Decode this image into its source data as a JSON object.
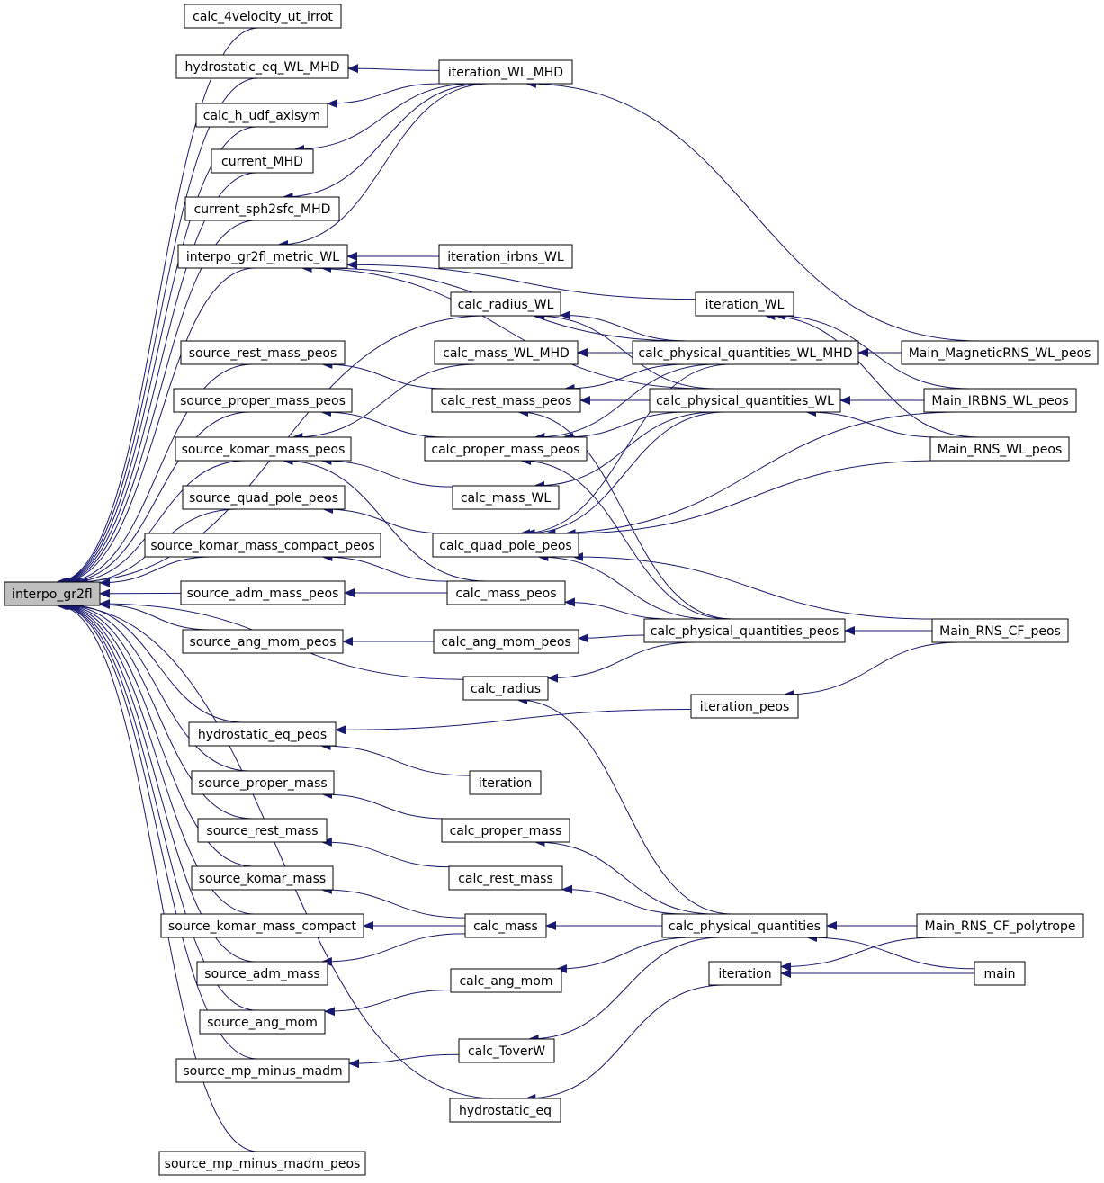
{
  "diagram": {
    "title": "",
    "edge_color": "#191970",
    "root_fill": "#bfbfbf",
    "nodes": [
      {
        "id": "interpo_gr2fl",
        "label": "interpo_gr2fl",
        "root": true
      },
      {
        "id": "calc_4velocity_ut_irrot",
        "label": "calc_4velocity_ut_irrot"
      },
      {
        "id": "hydrostatic_eq_WL_MHD",
        "label": "hydrostatic_eq_WL_MHD"
      },
      {
        "id": "calc_h_udf_axisym",
        "label": "calc_h_udf_axisym"
      },
      {
        "id": "current_MHD",
        "label": "current_MHD"
      },
      {
        "id": "current_sph2sfc_MHD",
        "label": "current_sph2sfc_MHD"
      },
      {
        "id": "interpo_gr2fl_metric_WL",
        "label": "interpo_gr2fl_metric_WL"
      },
      {
        "id": "source_rest_mass_peos",
        "label": "source_rest_mass_peos"
      },
      {
        "id": "source_proper_mass_peos",
        "label": "source_proper_mass_peos"
      },
      {
        "id": "source_komar_mass_peos",
        "label": "source_komar_mass_peos"
      },
      {
        "id": "source_quad_pole_peos",
        "label": "source_quad_pole_peos"
      },
      {
        "id": "source_komar_mass_compact_peos",
        "label": "source_komar_mass_compact_peos"
      },
      {
        "id": "source_adm_mass_peos",
        "label": "source_adm_mass_peos"
      },
      {
        "id": "source_ang_mom_peos",
        "label": "source_ang_mom_peos"
      },
      {
        "id": "hydrostatic_eq_peos",
        "label": "hydrostatic_eq_peos"
      },
      {
        "id": "source_proper_mass",
        "label": "source_proper_mass"
      },
      {
        "id": "source_rest_mass",
        "label": "source_rest_mass"
      },
      {
        "id": "source_komar_mass",
        "label": "source_komar_mass"
      },
      {
        "id": "source_komar_mass_compact",
        "label": "source_komar_mass_compact"
      },
      {
        "id": "source_adm_mass",
        "label": "source_adm_mass"
      },
      {
        "id": "source_ang_mom",
        "label": "source_ang_mom"
      },
      {
        "id": "source_mp_minus_madm",
        "label": "source_mp_minus_madm"
      },
      {
        "id": "source_mp_minus_madm_peos",
        "label": "source_mp_minus_madm_peos"
      },
      {
        "id": "iteration_WL_MHD",
        "label": "iteration_WL_MHD"
      },
      {
        "id": "iteration_irbns_WL",
        "label": "iteration_irbns_WL"
      },
      {
        "id": "calc_radius_WL",
        "label": "calc_radius_WL"
      },
      {
        "id": "calc_mass_WL_MHD",
        "label": "calc_mass_WL_MHD"
      },
      {
        "id": "calc_rest_mass_peos",
        "label": "calc_rest_mass_peos"
      },
      {
        "id": "calc_proper_mass_peos",
        "label": "calc_proper_mass_peos"
      },
      {
        "id": "calc_mass_WL",
        "label": "calc_mass_WL"
      },
      {
        "id": "calc_quad_pole_peos",
        "label": "calc_quad_pole_peos"
      },
      {
        "id": "calc_mass_peos",
        "label": "calc_mass_peos"
      },
      {
        "id": "calc_ang_mom_peos",
        "label": "calc_ang_mom_peos"
      },
      {
        "id": "calc_radius",
        "label": "calc_radius"
      },
      {
        "id": "iteration",
        "label": "iteration"
      },
      {
        "id": "calc_proper_mass",
        "label": "calc_proper_mass"
      },
      {
        "id": "calc_rest_mass",
        "label": "calc_rest_mass"
      },
      {
        "id": "calc_mass",
        "label": "calc_mass"
      },
      {
        "id": "calc_ang_mom",
        "label": "calc_ang_mom"
      },
      {
        "id": "calc_ToverW",
        "label": "calc_ToverW"
      },
      {
        "id": "hydrostatic_eq",
        "label": "hydrostatic_eq"
      },
      {
        "id": "iteration_WL",
        "label": "iteration_WL"
      },
      {
        "id": "calc_physical_quantities_WL_MHD",
        "label": "calc_physical_quantities_WL_MHD"
      },
      {
        "id": "calc_physical_quantities_WL",
        "label": "calc_physical_quantities_WL"
      },
      {
        "id": "calc_physical_quantities_peos",
        "label": "calc_physical_quantities_peos"
      },
      {
        "id": "iteration_peos",
        "label": "iteration_peos"
      },
      {
        "id": "calc_physical_quantities",
        "label": "calc_physical_quantities"
      },
      {
        "id": "iteration_2",
        "label": "iteration"
      },
      {
        "id": "Main_MagneticRNS_WL_peos",
        "label": "Main_MagneticRNS_WL_peos"
      },
      {
        "id": "Main_IRBNS_WL_peos",
        "label": "Main_IRBNS_WL_peos"
      },
      {
        "id": "Main_RNS_WL_peos",
        "label": "Main_RNS_WL_peos"
      },
      {
        "id": "Main_RNS_CF_peos",
        "label": "Main_RNS_CF_peos"
      },
      {
        "id": "Main_RNS_CF_polytrope",
        "label": "Main_RNS_CF_polytrope"
      },
      {
        "id": "main",
        "label": "main"
      }
    ],
    "edges": [
      [
        "calc_4velocity_ut_irrot",
        "interpo_gr2fl"
      ],
      [
        "hydrostatic_eq_WL_MHD",
        "interpo_gr2fl"
      ],
      [
        "calc_h_udf_axisym",
        "interpo_gr2fl"
      ],
      [
        "current_MHD",
        "interpo_gr2fl"
      ],
      [
        "current_sph2sfc_MHD",
        "interpo_gr2fl"
      ],
      [
        "interpo_gr2fl_metric_WL",
        "interpo_gr2fl"
      ],
      [
        "calc_radius_WL",
        "interpo_gr2fl"
      ],
      [
        "source_rest_mass_peos",
        "interpo_gr2fl"
      ],
      [
        "source_proper_mass_peos",
        "interpo_gr2fl"
      ],
      [
        "source_komar_mass_peos",
        "interpo_gr2fl"
      ],
      [
        "source_quad_pole_peos",
        "interpo_gr2fl"
      ],
      [
        "source_komar_mass_compact_peos",
        "interpo_gr2fl"
      ],
      [
        "source_adm_mass_peos",
        "interpo_gr2fl"
      ],
      [
        "source_ang_mom_peos",
        "interpo_gr2fl"
      ],
      [
        "calc_radius",
        "interpo_gr2fl"
      ],
      [
        "hydrostatic_eq_peos",
        "interpo_gr2fl"
      ],
      [
        "source_proper_mass",
        "interpo_gr2fl"
      ],
      [
        "source_rest_mass",
        "interpo_gr2fl"
      ],
      [
        "source_komar_mass",
        "interpo_gr2fl"
      ],
      [
        "source_komar_mass_compact",
        "interpo_gr2fl"
      ],
      [
        "source_adm_mass",
        "interpo_gr2fl"
      ],
      [
        "source_ang_mom",
        "interpo_gr2fl"
      ],
      [
        "source_mp_minus_madm",
        "interpo_gr2fl"
      ],
      [
        "hydrostatic_eq",
        "interpo_gr2fl"
      ],
      [
        "source_mp_minus_madm_peos",
        "interpo_gr2fl"
      ],
      [
        "iteration_WL_MHD",
        "hydrostatic_eq_WL_MHD"
      ],
      [
        "iteration_WL_MHD",
        "calc_h_udf_axisym"
      ],
      [
        "iteration_WL_MHD",
        "current_MHD"
      ],
      [
        "iteration_WL_MHD",
        "current_sph2sfc_MHD"
      ],
      [
        "iteration_WL_MHD",
        "interpo_gr2fl_metric_WL"
      ],
      [
        "iteration_irbns_WL",
        "interpo_gr2fl_metric_WL"
      ],
      [
        "calc_physical_quantities_WL_MHD",
        "interpo_gr2fl_metric_WL"
      ],
      [
        "calc_physical_quantities_WL",
        "interpo_gr2fl_metric_WL"
      ],
      [
        "iteration_WL",
        "interpo_gr2fl_metric_WL"
      ],
      [
        "Main_MagneticRNS_WL_peos",
        "iteration_WL_MHD"
      ],
      [
        "calc_physical_quantities_WL_MHD",
        "calc_radius_WL"
      ],
      [
        "calc_physical_quantities_WL",
        "calc_radius_WL"
      ],
      [
        "calc_mass_WL_MHD",
        "source_komar_mass_peos"
      ],
      [
        "calc_physical_quantities_WL_MHD",
        "calc_mass_WL_MHD"
      ],
      [
        "calc_rest_mass_peos",
        "source_rest_mass_peos"
      ],
      [
        "calc_physical_quantities_WL_MHD",
        "calc_rest_mass_peos"
      ],
      [
        "calc_physical_quantities_WL",
        "calc_rest_mass_peos"
      ],
      [
        "calc_physical_quantities_peos",
        "calc_rest_mass_peos"
      ],
      [
        "calc_proper_mass_peos",
        "source_proper_mass_peos"
      ],
      [
        "calc_physical_quantities_WL_MHD",
        "calc_proper_mass_peos"
      ],
      [
        "calc_physical_quantities_WL",
        "calc_proper_mass_peos"
      ],
      [
        "calc_physical_quantities_peos",
        "calc_proper_mass_peos"
      ],
      [
        "calc_mass_WL",
        "source_komar_mass_peos"
      ],
      [
        "calc_physical_quantities_WL",
        "calc_mass_WL"
      ],
      [
        "calc_mass_peos",
        "source_komar_mass_peos"
      ],
      [
        "calc_quad_pole_peos",
        "source_quad_pole_peos"
      ],
      [
        "calc_physical_quantities_WL_MHD",
        "calc_quad_pole_peos"
      ],
      [
        "calc_physical_quantities_WL",
        "calc_quad_pole_peos"
      ],
      [
        "calc_physical_quantities_peos",
        "calc_quad_pole_peos"
      ],
      [
        "Main_IRBNS_WL_peos",
        "calc_quad_pole_peos"
      ],
      [
        "Main_RNS_WL_peos",
        "calc_quad_pole_peos"
      ],
      [
        "Main_RNS_CF_peos",
        "calc_quad_pole_peos"
      ],
      [
        "calc_mass_peos",
        "source_komar_mass_compact_peos"
      ],
      [
        "calc_mass_peos",
        "source_adm_mass_peos"
      ],
      [
        "calc_physical_quantities_peos",
        "calc_mass_peos"
      ],
      [
        "calc_ang_mom_peos",
        "source_ang_mom_peos"
      ],
      [
        "calc_physical_quantities_peos",
        "calc_ang_mom_peos"
      ],
      [
        "calc_physical_quantities_peos",
        "calc_radius"
      ],
      [
        "calc_physical_quantities",
        "calc_radius"
      ],
      [
        "iteration_peos",
        "hydrostatic_eq_peos"
      ],
      [
        "iteration",
        "hydrostatic_eq_peos"
      ],
      [
        "calc_proper_mass",
        "source_proper_mass"
      ],
      [
        "calc_rest_mass",
        "source_rest_mass"
      ],
      [
        "calc_mass",
        "source_komar_mass"
      ],
      [
        "calc_mass",
        "source_komar_mass_compact"
      ],
      [
        "calc_mass",
        "source_adm_mass"
      ],
      [
        "calc_ang_mom",
        "source_ang_mom"
      ],
      [
        "calc_ToverW",
        "source_mp_minus_madm"
      ],
      [
        "calc_physical_quantities",
        "calc_proper_mass"
      ],
      [
        "calc_physical_quantities",
        "calc_rest_mass"
      ],
      [
        "calc_physical_quantities",
        "calc_mass"
      ],
      [
        "calc_physical_quantities",
        "calc_ang_mom"
      ],
      [
        "calc_physical_quantities",
        "calc_ToverW"
      ],
      [
        "iteration_2",
        "hydrostatic_eq"
      ],
      [
        "Main_IRBNS_WL_peos",
        "iteration_WL"
      ],
      [
        "Main_RNS_WL_peos",
        "iteration_WL"
      ],
      [
        "Main_MagneticRNS_WL_peos",
        "calc_physical_quantities_WL_MHD"
      ],
      [
        "Main_IRBNS_WL_peos",
        "calc_physical_quantities_WL"
      ],
      [
        "Main_RNS_WL_peos",
        "calc_physical_quantities_WL"
      ],
      [
        "Main_RNS_CF_peos",
        "calc_physical_quantities_peos"
      ],
      [
        "Main_RNS_CF_peos",
        "iteration_peos"
      ],
      [
        "Main_RNS_CF_polytrope",
        "calc_physical_quantities"
      ],
      [
        "main",
        "calc_physical_quantities"
      ],
      [
        "Main_RNS_CF_polytrope",
        "iteration_2"
      ],
      [
        "main",
        "iteration_2"
      ]
    ]
  }
}
